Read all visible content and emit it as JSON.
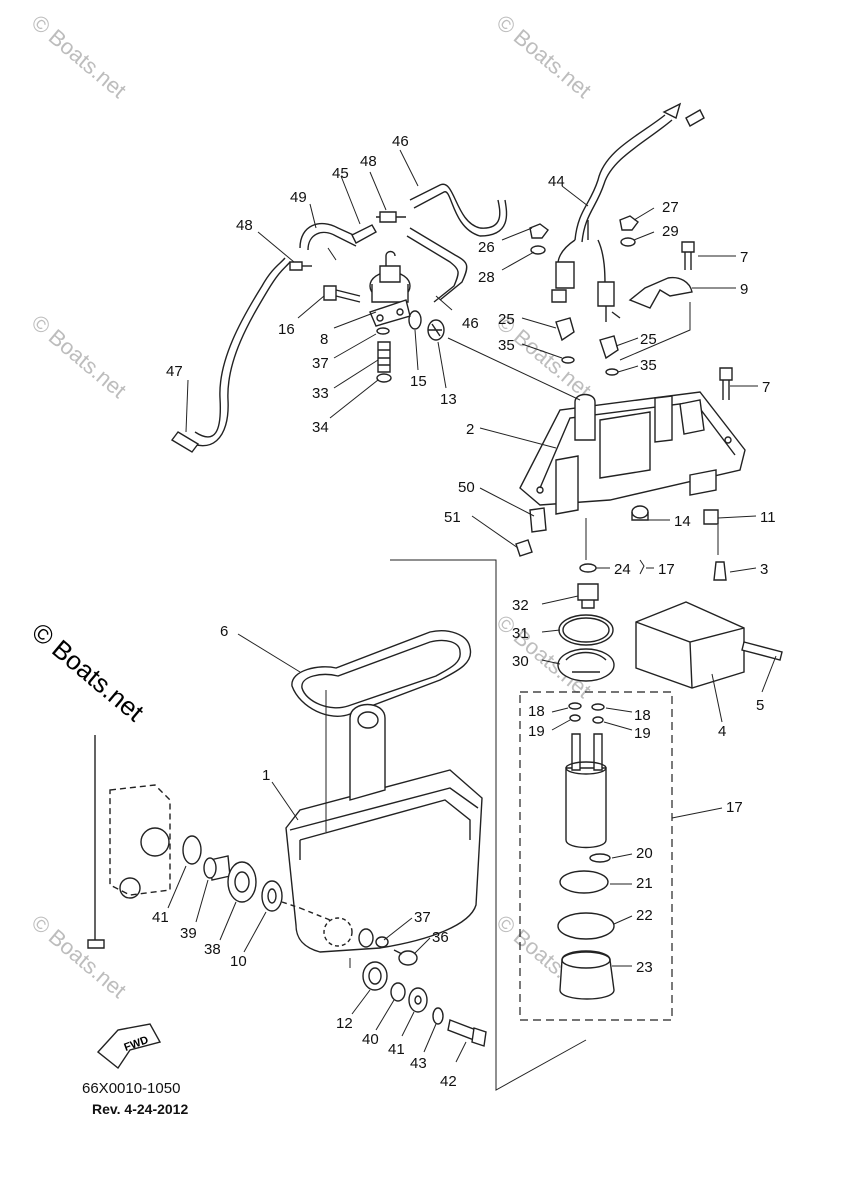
{
  "watermark": "© Boats.net",
  "diagram": {
    "fwd_label": "FWD",
    "doc_code": "66X0010-1050",
    "revision": "Rev.  4-24-2012"
  },
  "callouts": {
    "p1": "1",
    "p2": "2",
    "p3": "3",
    "p4": "4",
    "p5": "5",
    "p6": "6",
    "p7a": "7",
    "p7b": "7",
    "p8": "8",
    "p9": "9",
    "p10": "10",
    "p11": "11",
    "p12": "12",
    "p13": "13",
    "p14": "14",
    "p15": "15",
    "p16": "16",
    "p17a": "17",
    "p17b": "17",
    "p18a": "18",
    "p18b": "18",
    "p19a": "19",
    "p19b": "19",
    "p20": "20",
    "p21": "21",
    "p22": "22",
    "p23": "23",
    "p24": "24",
    "p25a": "25",
    "p25b": "25",
    "p26": "26",
    "p27": "27",
    "p28": "28",
    "p29": "29",
    "p30": "30",
    "p31": "31",
    "p32": "32",
    "p33": "33",
    "p34": "34",
    "p35a": "35",
    "p35b": "35",
    "p36": "36",
    "p37a": "37",
    "p37b": "37",
    "p38": "38",
    "p39": "39",
    "p40": "40",
    "p41a": "41",
    "p41b": "41",
    "p42": "42",
    "p43": "43",
    "p44": "44",
    "p45": "45",
    "p46a": "46",
    "p46b": "46",
    "p47": "47",
    "p48a": "48",
    "p48b": "48",
    "p49": "49",
    "p50": "50",
    "p51": "51"
  }
}
